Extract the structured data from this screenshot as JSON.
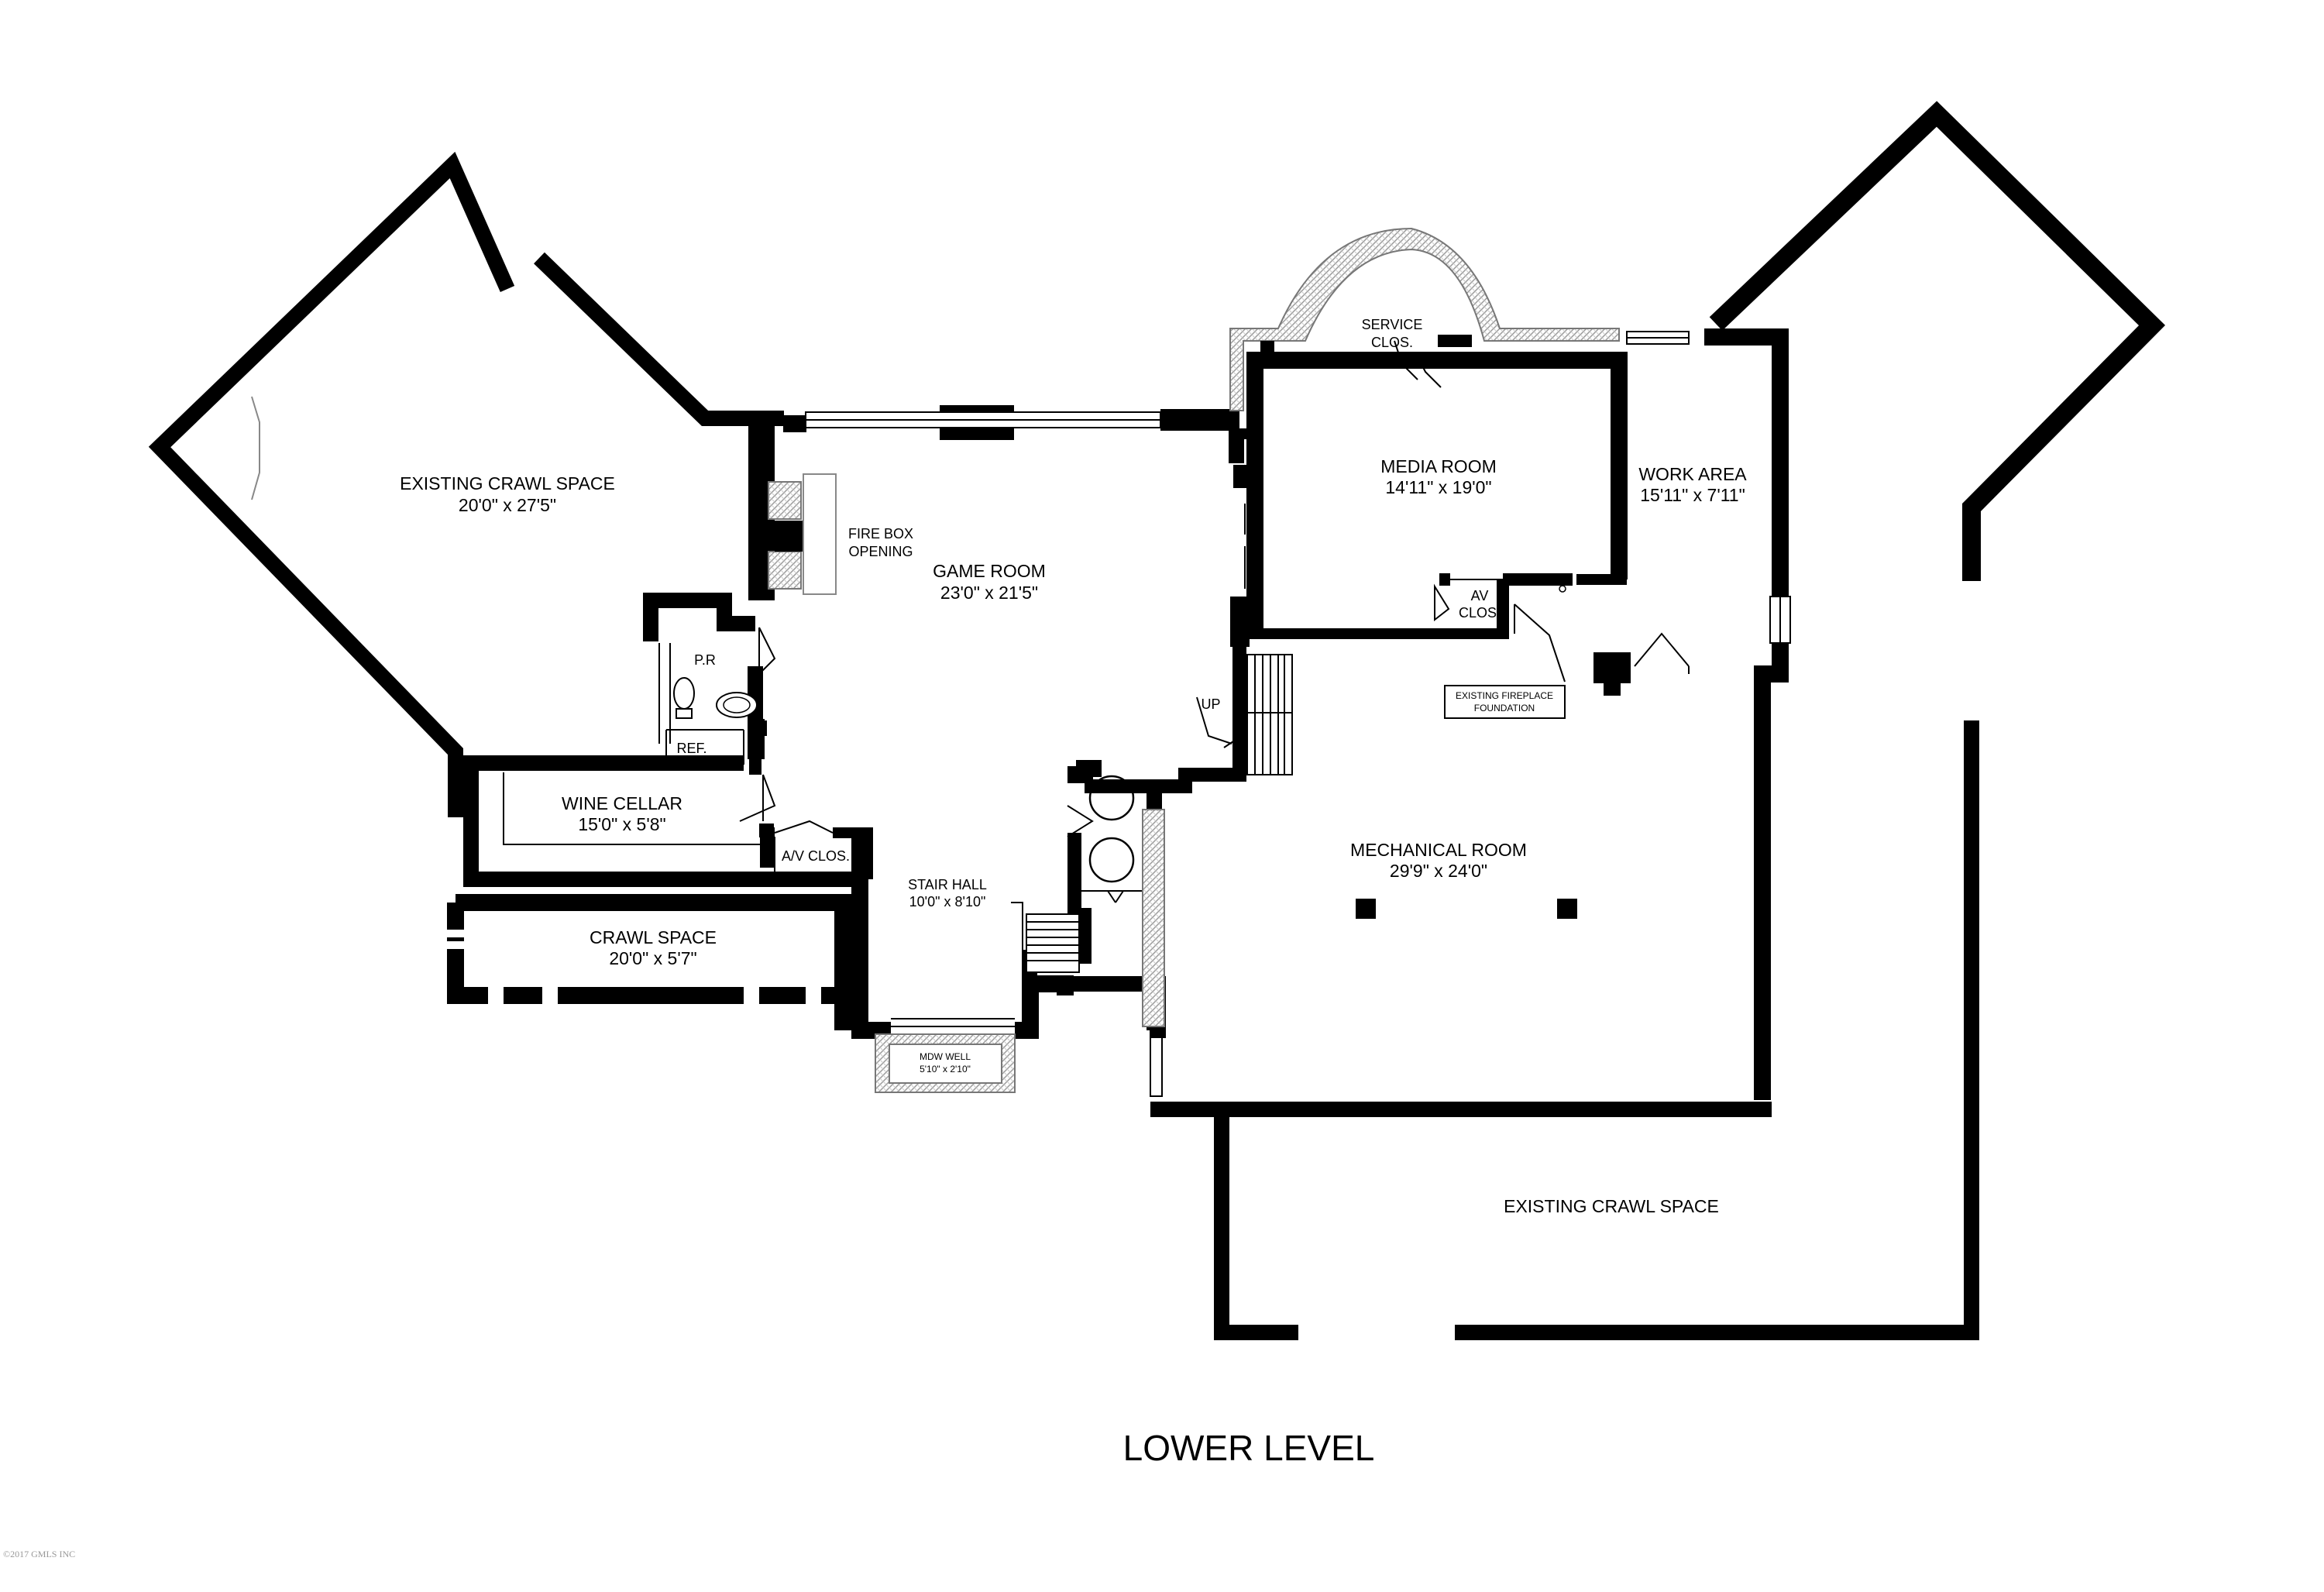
{
  "plan": {
    "title": "LOWER LEVEL",
    "copyright": "©2017 GMLS INC",
    "rooms": {
      "crawl_nw": {
        "name": "EXISTING CRAWL SPACE",
        "size": "20'0\" x 27'5\""
      },
      "firebox": {
        "line1": "FIRE BOX",
        "line2": "OPENING"
      },
      "game_room": {
        "name": "GAME ROOM",
        "size": "23'0\" x 21'5\""
      },
      "powder": {
        "name": "P.R"
      },
      "ref": {
        "name": "REF."
      },
      "wine_cellar": {
        "name": "WINE CELLAR",
        "size": "15'0\" x 5'8\""
      },
      "av_closet_left": {
        "name": "A/V CLOS."
      },
      "crawl_mid": {
        "name": "CRAWL SPACE",
        "size": "20'0\" x 5'7\""
      },
      "stair_hall": {
        "name": "STAIR HALL",
        "size": "10'0\" x 8'10\""
      },
      "mdw_well": {
        "name": "MDW WELL",
        "size": "5'10\" x 2'10\""
      },
      "service_closet": {
        "line1": "SERVICE",
        "line2": "CLOS."
      },
      "media_room": {
        "name": "MEDIA ROOM",
        "size": "14'11\" x 19'0\""
      },
      "av_closet_right": {
        "line1": "AV",
        "line2": "CLOS."
      },
      "work_area": {
        "name": "WORK AREA",
        "size": "15'11\" x 7'11\""
      },
      "fireplace_foundation": {
        "line1": "EXISTING FIREPLACE",
        "line2": "FOUNDATION"
      },
      "mechanical_room": {
        "name": "MECHANICAL ROOM",
        "size": "29'9\" x 24'0\""
      },
      "crawl_south": {
        "name": "EXISTING CRAWL SPACE"
      }
    },
    "stair_label": "UP"
  }
}
